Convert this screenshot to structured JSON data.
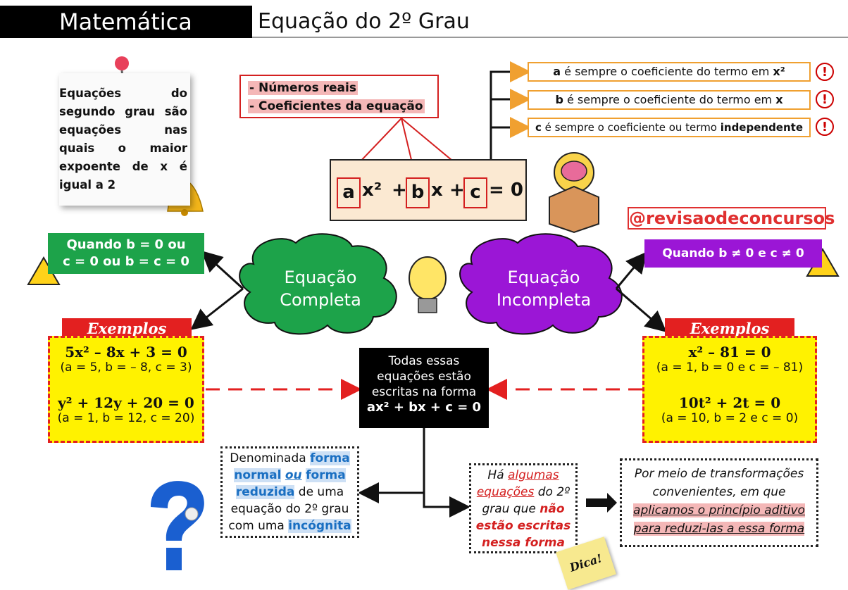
{
  "header": {
    "subject": "Matemática",
    "topic": "Equação do 2º Grau"
  },
  "definition_note": "Equações do segundo grau são equações nas quais o maior expoente de x é igual a 2",
  "properties": [
    "- Números reais",
    "- Coeficientes da equação"
  ],
  "equation": {
    "a": "a",
    "x2": "x²",
    "plus1": "+",
    "b": "b",
    "x": "x",
    "plus2": "+",
    "c": "c",
    "eq": "= 0"
  },
  "coefficients": [
    {
      "lead": "a",
      "text": " é sempre o coeficiente do termo em ",
      "strong": "x²"
    },
    {
      "lead": "b",
      "text": " é sempre o coeficiente do termo em ",
      "strong": "x"
    },
    {
      "lead": "c",
      "text": " é sempre o coeficiente ou termo ",
      "strong": "independente"
    }
  ],
  "warning_glyph": "!",
  "handle": "@revisaodeconcursos",
  "complete": {
    "cloud_line1": "Equação",
    "cloud_line2": "Completa",
    "condition_line1": "Quando b = 0 ou",
    "condition_line2": "c = 0 ou b = c = 0",
    "examples_label": "Exemplos",
    "examples": [
      {
        "eq": "5x² – 8x + 3 = 0",
        "coefs": "(a = 5, b = – 8, c = 3)"
      },
      {
        "eq": "y² + 12y + 20 = 0",
        "coefs": "(a = 1, b = 12, c = 20)"
      }
    ]
  },
  "incomplete": {
    "cloud_line1": "Equação",
    "cloud_line2": "Incompleta",
    "condition": "Quando b ≠ 0 e c ≠ 0",
    "examples_label": "Exemplos",
    "examples": [
      {
        "eq": "x² – 81 = 0",
        "coefs": "(a = 1, b = 0 e c = – 81)"
      },
      {
        "eq": "10t² + 2t = 0",
        "coefs": "(a = 10, b = 2 e c = 0)"
      }
    ]
  },
  "center": {
    "line1": "Todas essas",
    "line2": "equações estão",
    "line3": "escritas na forma",
    "form": "ax² + bx + c = 0"
  },
  "forma_normal": {
    "p1": "Denominada ",
    "b1": "forma",
    "b2": "normal",
    "u1": "ou",
    "b3": "forma",
    "b4": "reduzida",
    "p2": " de uma",
    "p3": "equação do 2º grau",
    "p4": "com uma ",
    "b5": "incógnita"
  },
  "algumas": {
    "p1": "Há ",
    "u1": "algumas",
    "u2": "equações",
    "p2": " do 2º",
    "p3": "grau que ",
    "r1": "não",
    "r2": "estão escritas",
    "r3": "nessa forma"
  },
  "reducao": {
    "l1": "Por meio de transformações",
    "l2": "convenientes, em que",
    "l3": "aplicamos o princípio aditivo",
    "l4": "para reduzi-las a essa forma"
  },
  "postit": "Dica!",
  "colors": {
    "green": "#1da34a",
    "purple": "#9b16d6",
    "red": "#e32020",
    "yellow": "#fff200",
    "orange": "#f0a030"
  }
}
